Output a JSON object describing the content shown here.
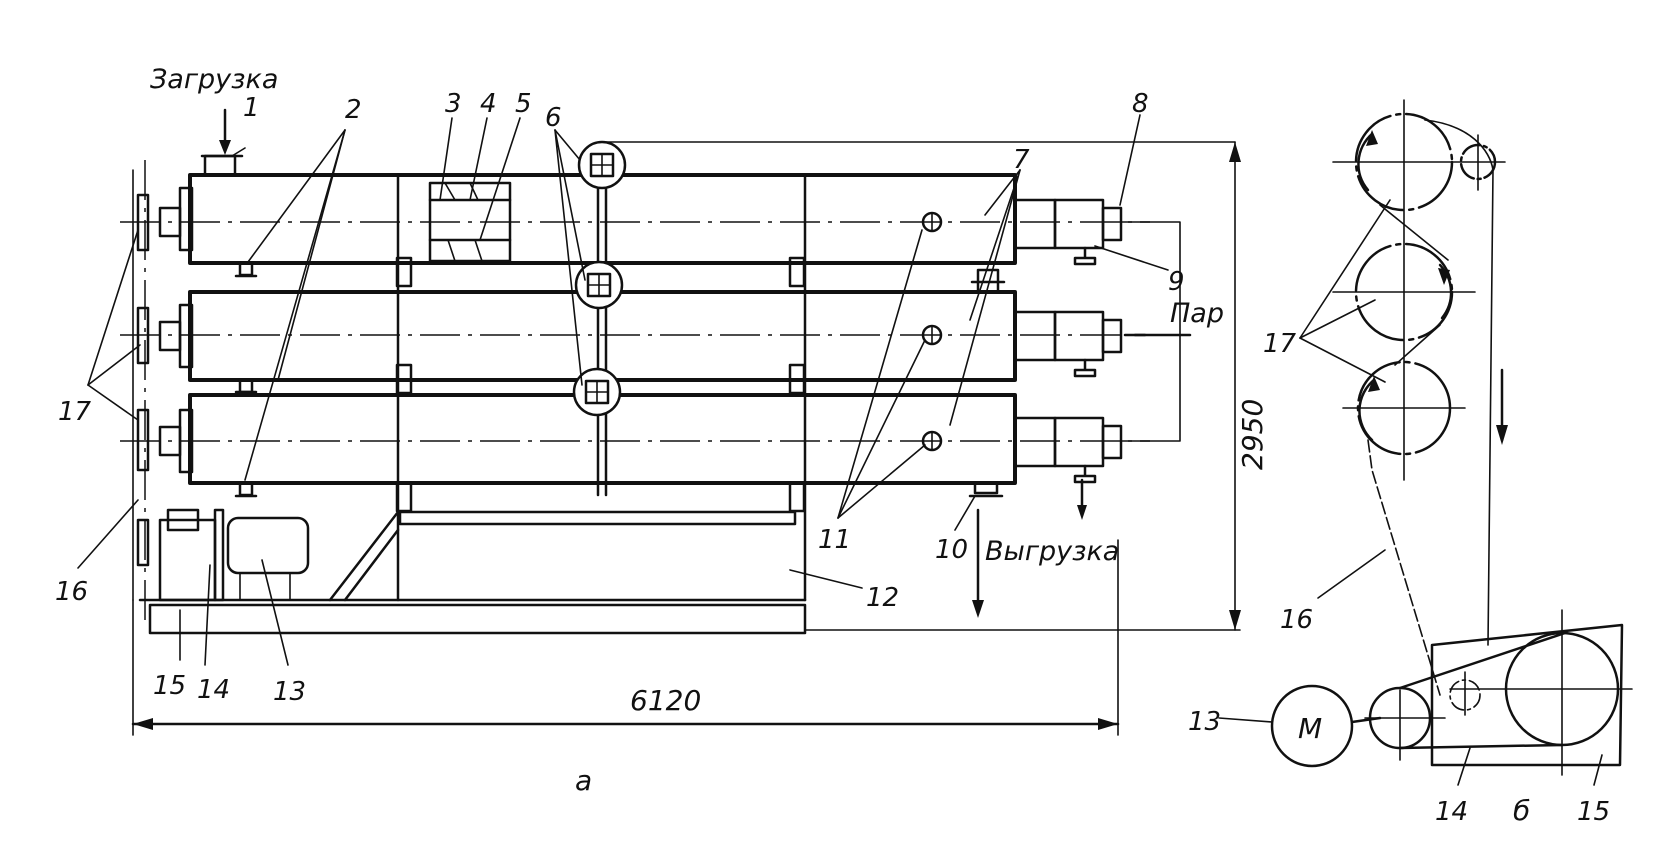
{
  "view_a": {
    "caption": "а",
    "load_label": "Загрузка",
    "unload_label": "Выгрузка",
    "steam_label": "Пар",
    "dim_length": "6120",
    "dim_height": "2950",
    "callouts": {
      "c1": "1",
      "c2": "2",
      "c3": "3",
      "c4": "4",
      "c5": "5",
      "c6": "6",
      "c7": "7",
      "c8": "8",
      "c9": "9",
      "c10": "10",
      "c11": "11",
      "c12": "12",
      "c13": "13",
      "c14": "14",
      "c15": "15",
      "c16": "16",
      "c17": "17"
    }
  },
  "view_b": {
    "caption": "б",
    "motor_symbol": "M",
    "callouts": {
      "c13": "13",
      "c14": "14",
      "c15": "15",
      "c16": "16",
      "c17": "17"
    }
  }
}
